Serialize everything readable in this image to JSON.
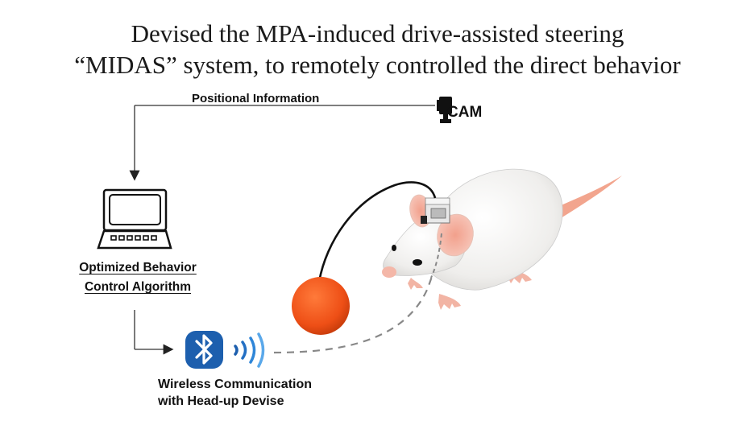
{
  "title": {
    "line1": "Devised the MPA-induced drive-assisted steering",
    "line2": "“MIDAS” system, to remotely controlled the direct behavior"
  },
  "labels": {
    "positional_information": "Positional Information",
    "cam": "CAM",
    "algorithm_line1": "Optimized Behavior",
    "algorithm_line2": "Control Algorithm",
    "wireless_line1": "Wireless Communication",
    "wireless_line2": "with Head-up Devise"
  },
  "icons": {
    "camera": "camera-icon",
    "laptop": "laptop-icon",
    "bluetooth": "bluetooth-icon",
    "signal": "wireless-signal-icon",
    "rat": "rat-illustration",
    "ball": "orange-ball-target"
  },
  "colors": {
    "bluetooth_bg": "#1d5fae",
    "signal_blue": "#2f86d8",
    "ball": "#f0561c",
    "tail": "#f2a58e",
    "rat_body": "#f2f1ef",
    "dash": "#888888"
  }
}
